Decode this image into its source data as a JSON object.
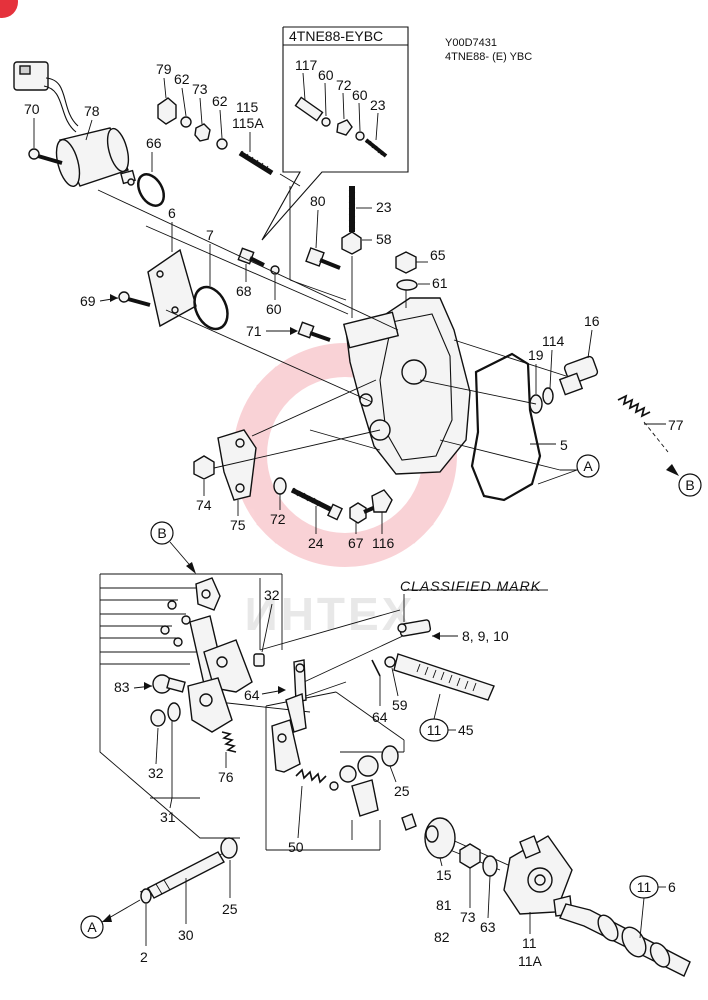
{
  "header": {
    "drawing_code": "Y00D7431",
    "model_ref": "4TNE88- (E) YBC",
    "inset_title": "4TNE88-EYBC"
  },
  "classified_mark": "CLASSIFIED MARK",
  "watermark": "ИНТЕХ",
  "colors": {
    "watermark": "#e8364a",
    "line": "#111111",
    "badge": "#e5323c"
  },
  "labels": {
    "p70": "70",
    "p78": "78",
    "p66": "66",
    "p6": "6",
    "p7": "7",
    "p79": "79",
    "p62a": "62",
    "p73a": "73",
    "p62b": "62",
    "p115": "115",
    "p115a": "115A",
    "p117": "117",
    "p60a": "60",
    "p72a": "72",
    "p60b": "60",
    "p23a": "23",
    "p23b": "23",
    "p80": "80",
    "p58": "58",
    "p65": "65",
    "p61": "61",
    "p68": "68",
    "p60c": "60",
    "p69": "69",
    "p71": "71",
    "p16": "16",
    "p114": "114",
    "p19": "19",
    "p77": "77",
    "p5": "5",
    "callA1": "A",
    "callB1": "B",
    "p74": "74",
    "p75": "75",
    "p72b": "72",
    "p24": "24",
    "p67": "67",
    "p116": "116",
    "callB2": "B",
    "p32a": "32",
    "p8910": "8, 9, 10",
    "p83": "83",
    "p64a": "64",
    "p64b": "64",
    "p59": "59",
    "p11_45": "11",
    "p11_45_suffix": "45",
    "p32b": "32",
    "p76": "76",
    "p25a": "25",
    "p31": "31",
    "p50": "50",
    "p15": "15",
    "p81": "81",
    "p82": "82",
    "p73b": "73",
    "p63": "63",
    "p11": "11",
    "p11a": "11A",
    "p11_6": "11",
    "p11_6_suffix": "6",
    "callA2": "A",
    "p2": "2",
    "p30": "30",
    "p25b": "25"
  }
}
